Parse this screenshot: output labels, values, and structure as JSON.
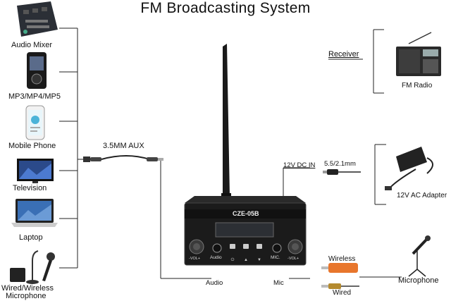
{
  "title": "FM Broadcasting System",
  "sources": {
    "audio_mixer": "Audio Mixer",
    "mp3": "MP3/MP4/MP5",
    "mobile": "Mobile Phone",
    "television": "Television",
    "laptop": "Laptop",
    "microphone_line1": "Wired/Wireless",
    "microphone_line2": "Microphone"
  },
  "cable": {
    "aux": "3.5MM AUX"
  },
  "power": {
    "dc_in": "12V DC IN",
    "plug": "5.5/2.1mm",
    "adapter": "12V AC Adapter"
  },
  "receiver": {
    "heading": "Receiver",
    "radio": "FM Radio"
  },
  "transmitter": {
    "model": "CZE-05B",
    "knob_left": "-VOL+",
    "audio_button": "Audio",
    "mic_button": "MIC.",
    "knob_right": "-VOL+"
  },
  "mic": {
    "wireless": "Wireless",
    "wired": "Wired",
    "label": "Microphone"
  },
  "ports": {
    "audio": "Audio",
    "mic": "Mic"
  }
}
